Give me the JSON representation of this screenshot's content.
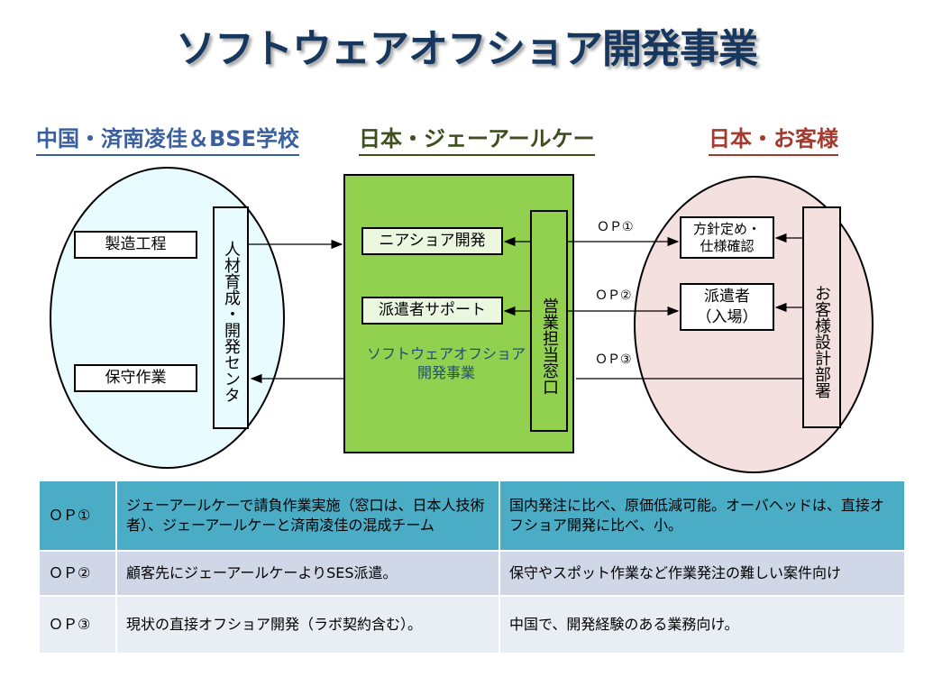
{
  "title": "ソフトウェアオフショア開発事業",
  "headings": {
    "left": "中国・済南凌佳＆BSE学校",
    "center": "日本・ジェーアールケー",
    "right": "日本・お客様"
  },
  "left_region": {
    "seizo": "製造工程",
    "hoshu": "保守作業",
    "center_box": "人材育成・開発センタ"
  },
  "center_region": {
    "niashore": "ニアショア開発",
    "haken_support": "派遣者サポート",
    "eigyo": "営業担当窓口",
    "label_line1": "ソフトウェアオフショア",
    "label_line2": "開発事業"
  },
  "right_region": {
    "hoshin_line1": "方針定め・",
    "hoshin_line2": "仕様確認",
    "hakensha_line1": "派遣者",
    "hakensha_line2": "（入場）",
    "okyakusama": "お客様設計部署"
  },
  "op_labels": {
    "op1": "ＯＰ①",
    "op2": "ＯＰ②",
    "op3": "ＯＰ③"
  },
  "colors": {
    "title": "#17375E",
    "left_ellipse": "#E8FBFE",
    "right_ellipse": "#F5E0E0",
    "center_box": "#92D050",
    "table_header_row": "#4BACC6"
  },
  "table": {
    "rows": [
      {
        "op": "ＯＰ①",
        "description": "ジェーアールケーで請負作業実施（窓口は、日本人技術者）、ジェーアールケーと済南凌佳の混成チーム",
        "note": "国内発注に比べ、原価低減可能。オーバヘッドは、直接オフショア開発に比べ、小。"
      },
      {
        "op": "ＯＰ②",
        "description": "顧客先にジェーアールケーよりSES派遣。",
        "note": "保守やスポット作業など作業発注の難しい案件向け"
      },
      {
        "op": "ＯＰ③",
        "description": "現状の直接オフショア開発（ラボ契約含む）。",
        "note": "中国で、開発経験のある業務向け。"
      }
    ]
  }
}
